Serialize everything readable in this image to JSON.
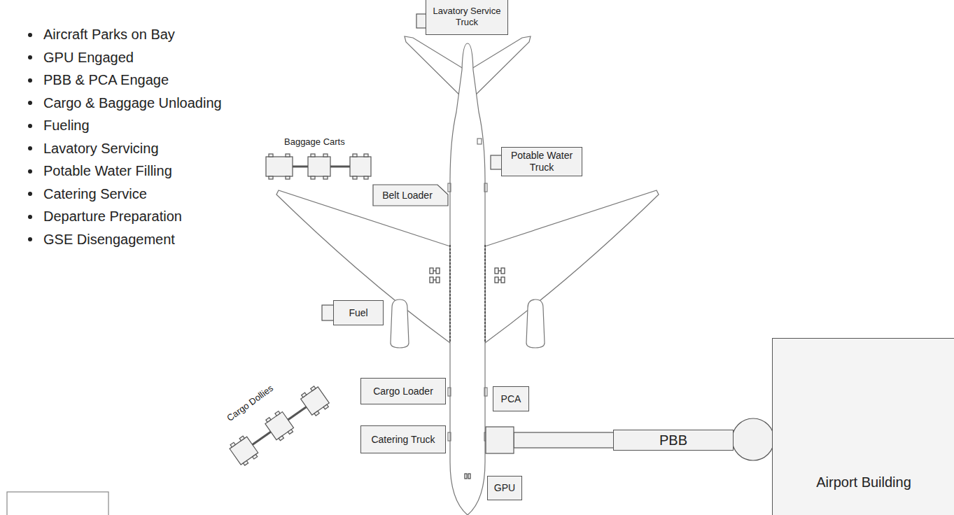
{
  "diagram": {
    "nodes": [
      {
        "text": [
          "Lavatory Service Truck"
        ]
      },
      {
        "text": [
          "Potable Water Truck"
        ]
      },
      {
        "text": [
          "Belt Loader"
        ]
      },
      {
        "text": [
          "Fuel"
        ]
      },
      {
        "text": [
          "Cargo Loader"
        ]
      },
      {
        "text": [
          "PCA"
        ]
      },
      {
        "text": [
          "Catering Truck"
        ]
      },
      {
        "text": [
          "PBB"
        ]
      },
      {
        "text": [
          "Airport Building"
        ]
      },
      {
        "text": [
          "GPU"
        ]
      }
    ],
    "labels": [
      "Aircraft Parks on Bay",
      "GPU Engaged",
      "PBB & PCA Engage",
      "Cargo & Baggage Unloading",
      "Fueling",
      "Lavatory Servicing",
      "Potable Water Filling",
      "Catering Service",
      "Departure Preparation",
      "GSE Disengagement",
      "Baggage Carts",
      "Cargo Dollies"
    ]
  }
}
